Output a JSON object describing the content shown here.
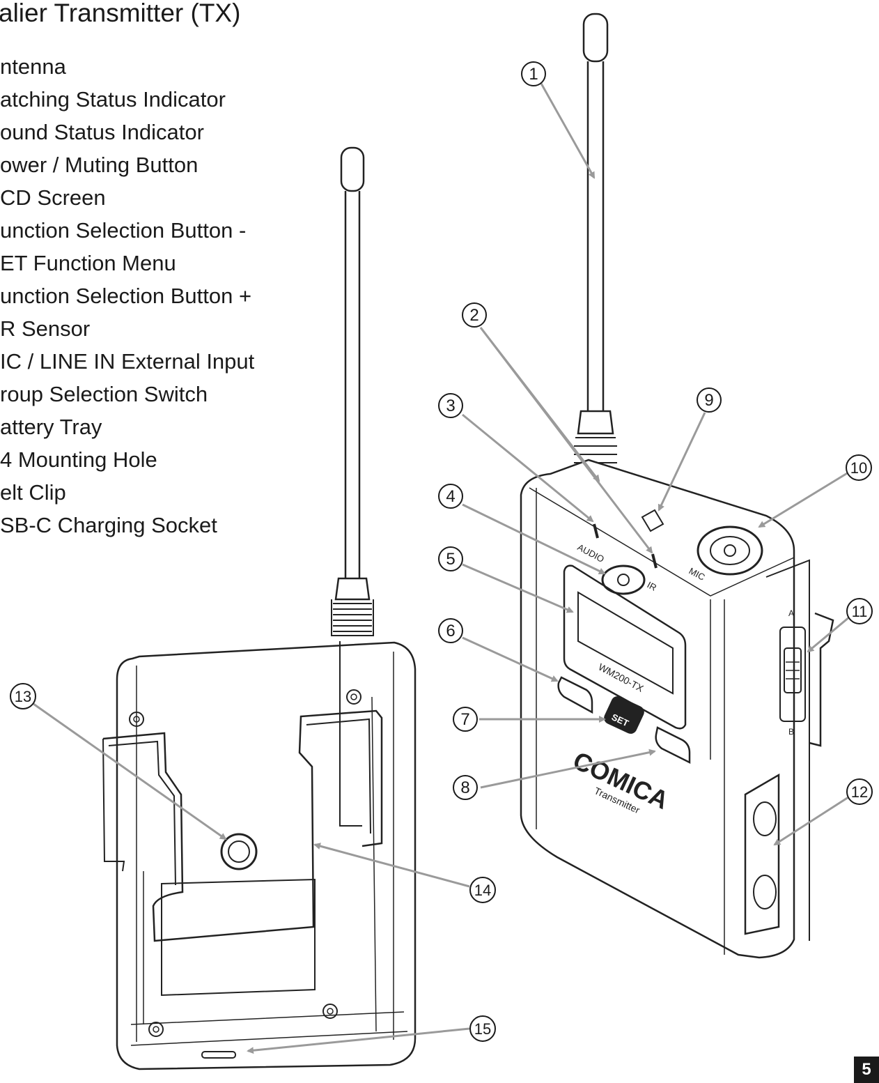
{
  "page": {
    "title": "alier Transmitter (TX)",
    "page_number": "5"
  },
  "parts": [
    "ntenna",
    "atching Status Indicator",
    "ound Status Indicator",
    "ower / Muting Button",
    "CD Screen",
    "unction Selection Button -",
    "ET Function Menu",
    "unction Selection Button +",
    "R Sensor",
    "IC / LINE IN External Input",
    "roup Selection Switch",
    "attery Tray",
    "4 Mounting Hole",
    "elt Clip",
    "SB-C Charging  Socket"
  ],
  "callouts": [
    "1",
    "2",
    "3",
    "4",
    "5",
    "6",
    "7",
    "8",
    "9",
    "10",
    "11",
    "12",
    "13",
    "14",
    "15"
  ],
  "device_labels": {
    "model": "WM200-TX",
    "brand": "COMICA",
    "subtitle": "Transmitter",
    "set_button": "SET",
    "audio_led": "AUDIO",
    "ir_led": "IR",
    "mic_port": "MIC",
    "switch_a": "A",
    "switch_b": "B"
  },
  "colors": {
    "line": "#222222",
    "arrow": "#9a9a9a",
    "badge": "#1a1a1a"
  }
}
